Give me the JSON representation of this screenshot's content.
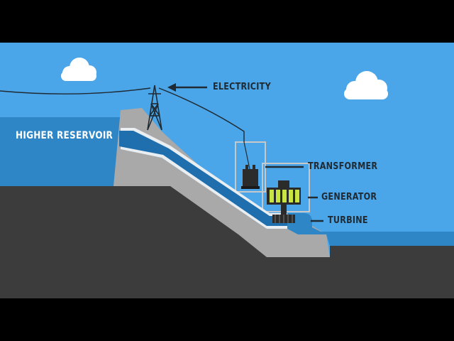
{
  "labels": {
    "reservoir": "HIGHER RESERVOIR",
    "electricity": "ELECTRICITY",
    "transformer": "TRANSFORMER",
    "generator": "GENERATOR",
    "turbine": "TURBINE"
  },
  "colors": {
    "letterbox": "#000000",
    "sky": "#4aa6e8",
    "reservoir_water": "#2f86c6",
    "dam_concrete": "#a9a9a9",
    "ground": "#3c3c3c",
    "penstock_water": "#1f6fae",
    "lower_water": "#2f86c6",
    "generator_coils": "#c8e642",
    "label_dark": "#1f2a33",
    "label_light": "#ffffff"
  }
}
